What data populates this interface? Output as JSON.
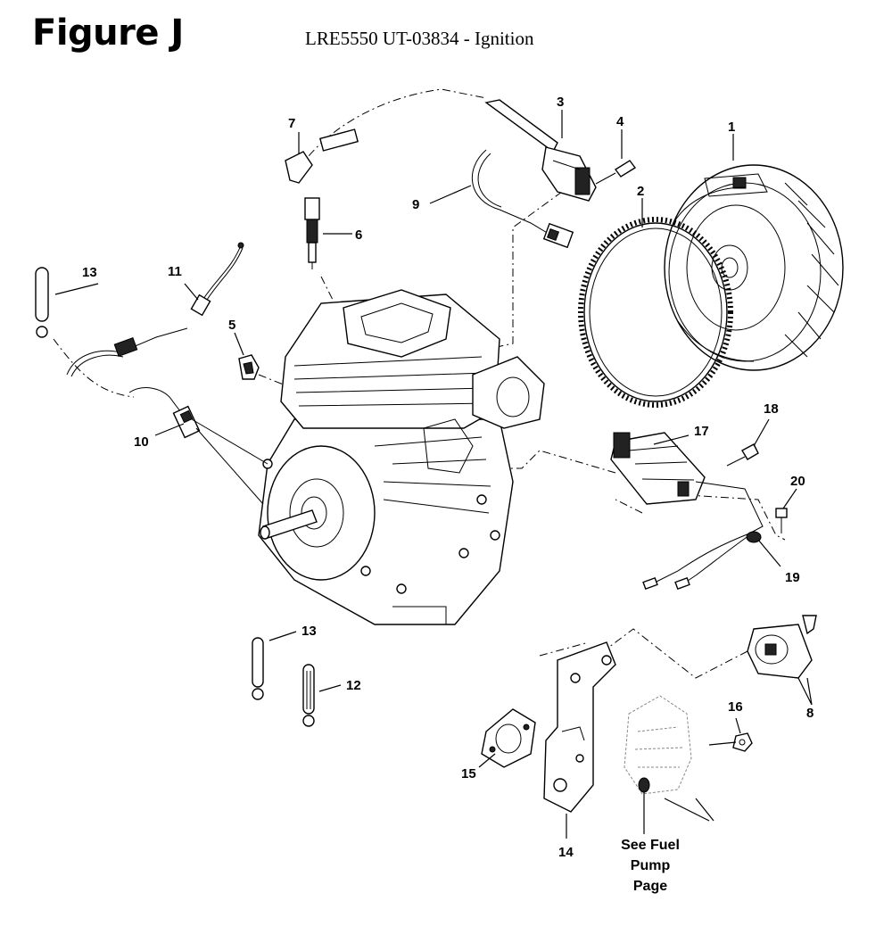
{
  "figure": {
    "label": "Figure J",
    "title": "LRE5550 UT-03834 - Ignition"
  },
  "callouts": {
    "c1": "1",
    "c2": "2",
    "c3": "3",
    "c4": "4",
    "c5": "5",
    "c6": "6",
    "c7": "7",
    "c8": "8",
    "c9": "9",
    "c10": "10",
    "c11": "11",
    "c12": "12",
    "c13a": "13",
    "c13b": "13",
    "c14": "14",
    "c15": "15",
    "c16": "16",
    "c17": "17",
    "c18": "18",
    "c19": "19",
    "c20": "20"
  },
  "note": {
    "line1": "See Fuel",
    "line2": "Pump",
    "line3": "Page"
  }
}
